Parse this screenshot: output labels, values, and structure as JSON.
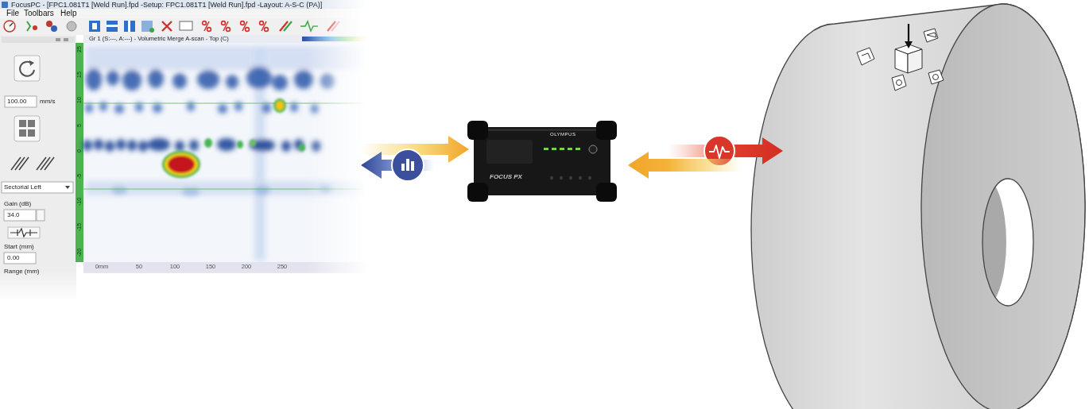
{
  "diagram": {
    "nodes": [
      {
        "text": [
          "FocusPC - [FPC1.081T1 [Weld Run].fpd -Setup: FPC1.081T1 [Weld Run].fpd -Layout: A-S-C (PA)]"
        ]
      },
      {
        "text": [
          "OLYMPUS",
          "FOCUS PX"
        ]
      }
    ],
    "edges": [
      {
        "from": 0,
        "to": 1,
        "arrow": "to"
      },
      {
        "from": 1,
        "to": 0,
        "arrow": "to"
      }
    ],
    "labels": [
      "File",
      "Toolbars",
      "Help",
      "100.00",
      "mm/s",
      "Sectorial Left",
      "Gain (dB)",
      "34.0",
      "Start (mm)",
      "0.00",
      "Range (mm)",
      "Gr 1 (S:---, A:---) - Volumetric Merge A-scan - Top (C)",
      "25",
      "15",
      "10",
      "5",
      "0",
      "-5",
      "-10",
      "-15",
      "-20",
      "0mm",
      "50",
      "100",
      "150",
      "200",
      "250"
    ]
  }
}
